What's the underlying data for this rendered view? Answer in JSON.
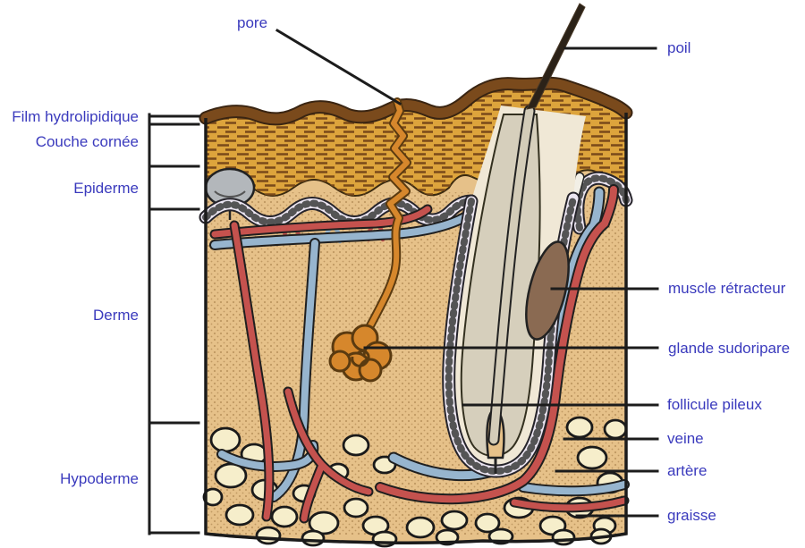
{
  "labels": {
    "film_hydrolipidique": "Film hydrolipidique",
    "couche_cornee": "Couche cornée",
    "epiderme": "Epiderme",
    "derme": "Derme",
    "hypoderme": "Hypoderme",
    "pore": "pore",
    "poil": "poil",
    "muscle_retracteur": "muscle rétracteur",
    "glande_sudoripare": "glande sudoripare",
    "follicule_pileux": "follicule pileux",
    "veine": "veine",
    "artere": "artère",
    "graisse": "graisse"
  },
  "colors": {
    "label_text": "#3a3abd",
    "line": "#1c1c1c",
    "outline": "#1b1b1b",
    "film": "#7a4a1c",
    "cornee_base": "#dda43c",
    "cornee_dash": "#7a4a1a",
    "dermis": "#e6c189",
    "stipple": "#99703a",
    "epiderm_light": "#ece6f2",
    "epiderm_dot": "#3a3a3a",
    "corpuscle": "#b3b7bb",
    "vein": "#97b5ce",
    "artery": "#c5524e",
    "gland": "#d6872c",
    "gland_dark": "#5a3a10",
    "sheath": "#f0e8d6",
    "canal": "#d6cfbc",
    "hair_below": "#d3ccb8",
    "hair_above": "#2b2218",
    "muscle": "#8a6a52",
    "fat": "#f6eecb"
  }
}
